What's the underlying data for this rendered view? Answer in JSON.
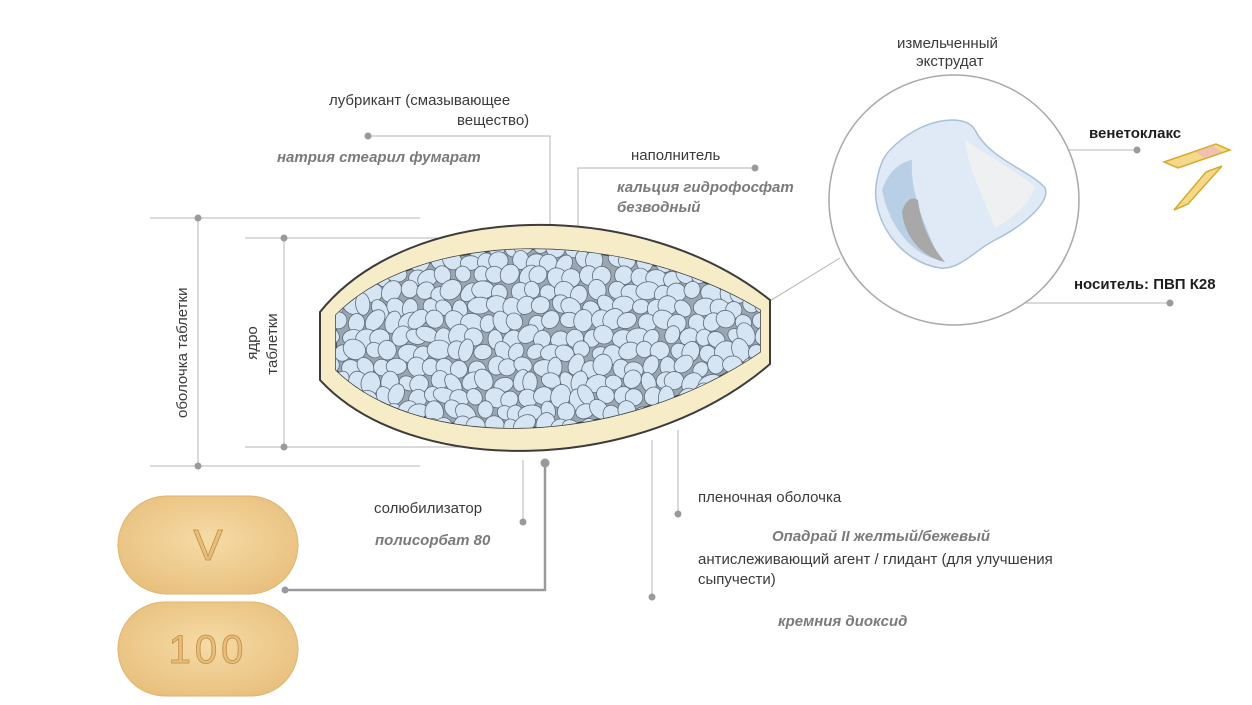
{
  "labels": {
    "lubricant": "лубрикант (смазывающее",
    "lubricant_line2": "вещество)",
    "lubricant_sub": "натрия стеарил фумарат",
    "filler": "наполнитель",
    "filler_sub": "кальция гидрофосфат",
    "filler_sub_line2": "безводный",
    "extrudate": "измельченный",
    "extrudate_line2": "экструдат",
    "venetoclax": "венетоклакс",
    "carrier": "носитель: ПВП К28",
    "coating_tablet": "оболочка таблетки",
    "core_line1": "ядро",
    "core_line2": "таблетки",
    "film_coating": "пленочная оболочка",
    "film_coating_sub": "Опадрай II желтый/бежевый",
    "solubilizer": "солюбилизатор",
    "solubilizer_sub": "полисорбат 80",
    "glidant": "антислеживающий агент / глидант (для улучшения",
    "glidant_line2": "сыпучести)",
    "glidant_sub": "кремния диоксид"
  },
  "tablet_marks": {
    "top": "V",
    "bottom": "100"
  },
  "colors": {
    "coating": "#f6ecc8",
    "coating_border": "#3c3c3c",
    "granule": "#d6e5f3",
    "granule_border": "#5f6b78",
    "leader": "#b4b4b4",
    "dot": "#9a9a9a",
    "pill": "#f0cf94",
    "crystal": "#f4d98a"
  }
}
